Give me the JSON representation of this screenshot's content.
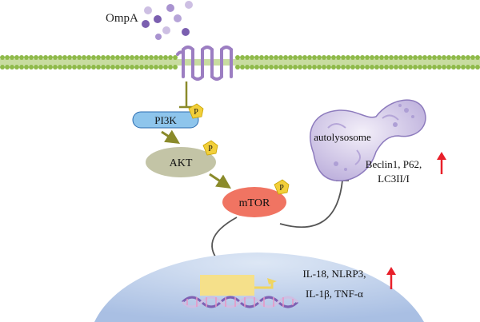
{
  "ligand": {
    "label": "OmpA"
  },
  "pathway": {
    "pi3k": {
      "label": "PI3K",
      "phospho": "P"
    },
    "akt": {
      "label": "AKT",
      "phospho": "P"
    },
    "mtor": {
      "label": "mTOR",
      "phospho": "P"
    }
  },
  "autophagy": {
    "organelle_label": "autolysosome",
    "markers_line1": "Beclin1, P62,",
    "markers_line2": "LC3II/I",
    "direction": "up"
  },
  "inflammation": {
    "markers_line1": "IL-18, NLRP3,",
    "markers_line2": "IL-1β, TNF-α",
    "direction": "up"
  },
  "colors": {
    "membrane": "#8fba4a",
    "receptor": "#9c7ec2",
    "ligand_dots": "#7b5fb0",
    "pi3k": "#8ec5ec",
    "akt": "#c3c4a6",
    "mtor": "#f07462",
    "phospho": "#f2cf3a",
    "activation_arrow": "#8a8a2a",
    "up_arrow": "#e8202a",
    "nucleus": "#b9cdea",
    "gene": "#f5e08a",
    "dna": "#9a7fc2",
    "autolysosome": "#c9bfe0"
  }
}
